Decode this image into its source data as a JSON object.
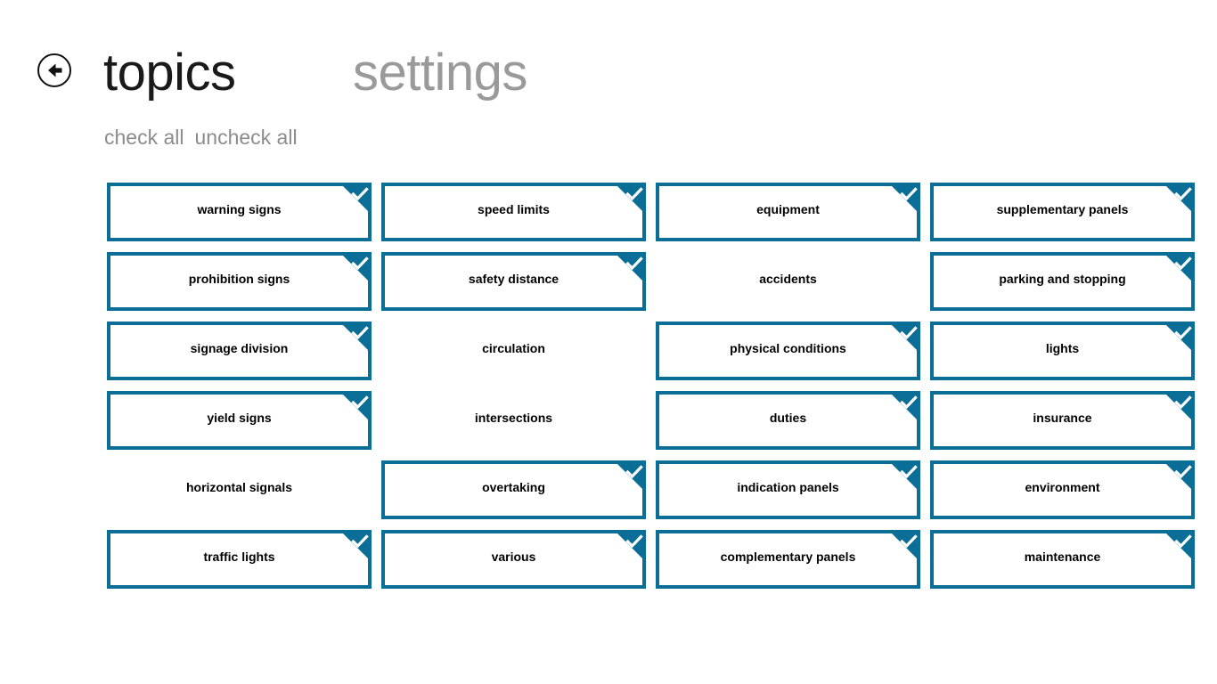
{
  "header": {
    "back_icon": "back-arrow-circle-icon",
    "title": "topics",
    "subtitle": "settings",
    "check_all_label": "check all",
    "uncheck_all_label": "uncheck all"
  },
  "colors": {
    "accent": "#0a6e96",
    "title": "#1a1a1a",
    "subtitle": "#9a9a9a",
    "action_link": "#8c8c8c",
    "tile_label": "#000000",
    "background": "#ffffff"
  },
  "grid": {
    "columns": 4,
    "rows": 6,
    "check_icon": "checkmark-icon",
    "tiles": [
      {
        "label": "warning signs",
        "checked": true
      },
      {
        "label": "speed limits",
        "checked": true
      },
      {
        "label": "equipment",
        "checked": true
      },
      {
        "label": "supplementary panels",
        "checked": true
      },
      {
        "label": "prohibition signs",
        "checked": true
      },
      {
        "label": "safety distance",
        "checked": true
      },
      {
        "label": "accidents",
        "checked": false
      },
      {
        "label": "parking and stopping",
        "checked": true
      },
      {
        "label": "signage division",
        "checked": true
      },
      {
        "label": "circulation",
        "checked": false
      },
      {
        "label": "physical conditions",
        "checked": true
      },
      {
        "label": "lights",
        "checked": true
      },
      {
        "label": "yield signs",
        "checked": true
      },
      {
        "label": "intersections",
        "checked": false
      },
      {
        "label": "duties",
        "checked": true
      },
      {
        "label": "insurance",
        "checked": true
      },
      {
        "label": "horizontal signals",
        "checked": false
      },
      {
        "label": "overtaking",
        "checked": true
      },
      {
        "label": "indication panels",
        "checked": true
      },
      {
        "label": "environment",
        "checked": true
      },
      {
        "label": "traffic lights",
        "checked": true
      },
      {
        "label": "various",
        "checked": true
      },
      {
        "label": "complementary panels",
        "checked": true
      },
      {
        "label": "maintenance",
        "checked": true
      }
    ]
  }
}
